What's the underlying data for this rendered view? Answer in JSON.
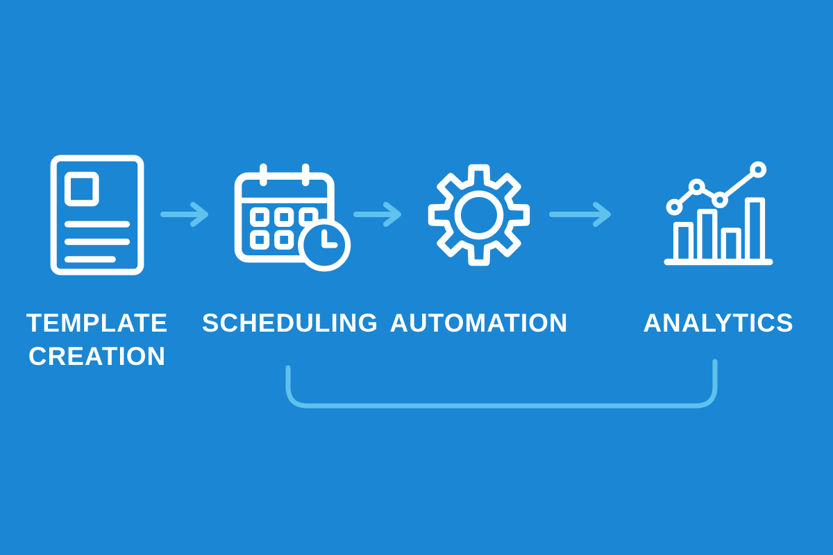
{
  "diagram": {
    "name": "content-workflow-diagram",
    "steps": [
      {
        "id": "template-creation",
        "icon": "document-icon",
        "lines": [
          "TEMPLATE",
          "CREATION"
        ]
      },
      {
        "id": "scheduling",
        "icon": "calendar-clock-icon",
        "lines": [
          "SCHEDULING"
        ]
      },
      {
        "id": "automation",
        "icon": "gear-icon",
        "lines": [
          "AUTOMATION"
        ]
      },
      {
        "id": "analytics",
        "icon": "bar-chart-icon",
        "lines": [
          "ANALYTICS"
        ]
      }
    ],
    "connectors": {
      "arrows": [
        {
          "from": "template-creation",
          "to": "scheduling"
        },
        {
          "from": "scheduling",
          "to": "automation"
        },
        {
          "from": "automation",
          "to": "analytics"
        }
      ],
      "bracket": {
        "from": "scheduling",
        "to": "analytics"
      }
    }
  },
  "colors": {
    "background": "#1b86d3",
    "accent": "#5ec1ee",
    "icon": "#ffffff",
    "text": "#ffffff"
  }
}
